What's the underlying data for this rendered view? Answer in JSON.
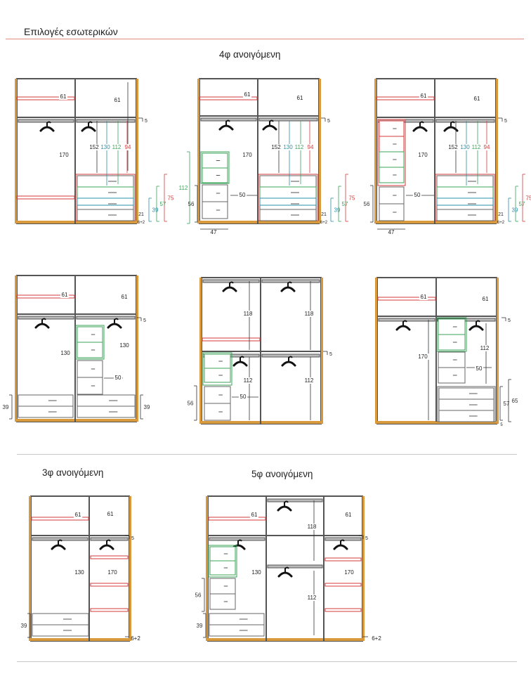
{
  "header": {
    "title": "Επιλογές εσωτερικών"
  },
  "sections": {
    "four": "4φ ανοιγόμενη",
    "three": "3φ ανοιγόμενη",
    "five": "5φ ανοιγόμενη"
  },
  "colors": {
    "wood": "#d89a3c",
    "frame": "#555555",
    "red": "#d43a3a",
    "green": "#3aa35a",
    "teal": "#2a8fa8"
  },
  "icons": {
    "hanger": "hanger-icon"
  },
  "dimensions": {
    "d61": "61",
    "d170": "170",
    "d152": "152",
    "d130": "130",
    "d112": "112",
    "d94": "94",
    "d50": "50",
    "d118": "118",
    "d56": "56",
    "d47": "47",
    "d39": "39",
    "d57": "57",
    "d75": "75",
    "d65": "65",
    "d21": "21",
    "d5": "5",
    "d6p2": "6+2"
  }
}
